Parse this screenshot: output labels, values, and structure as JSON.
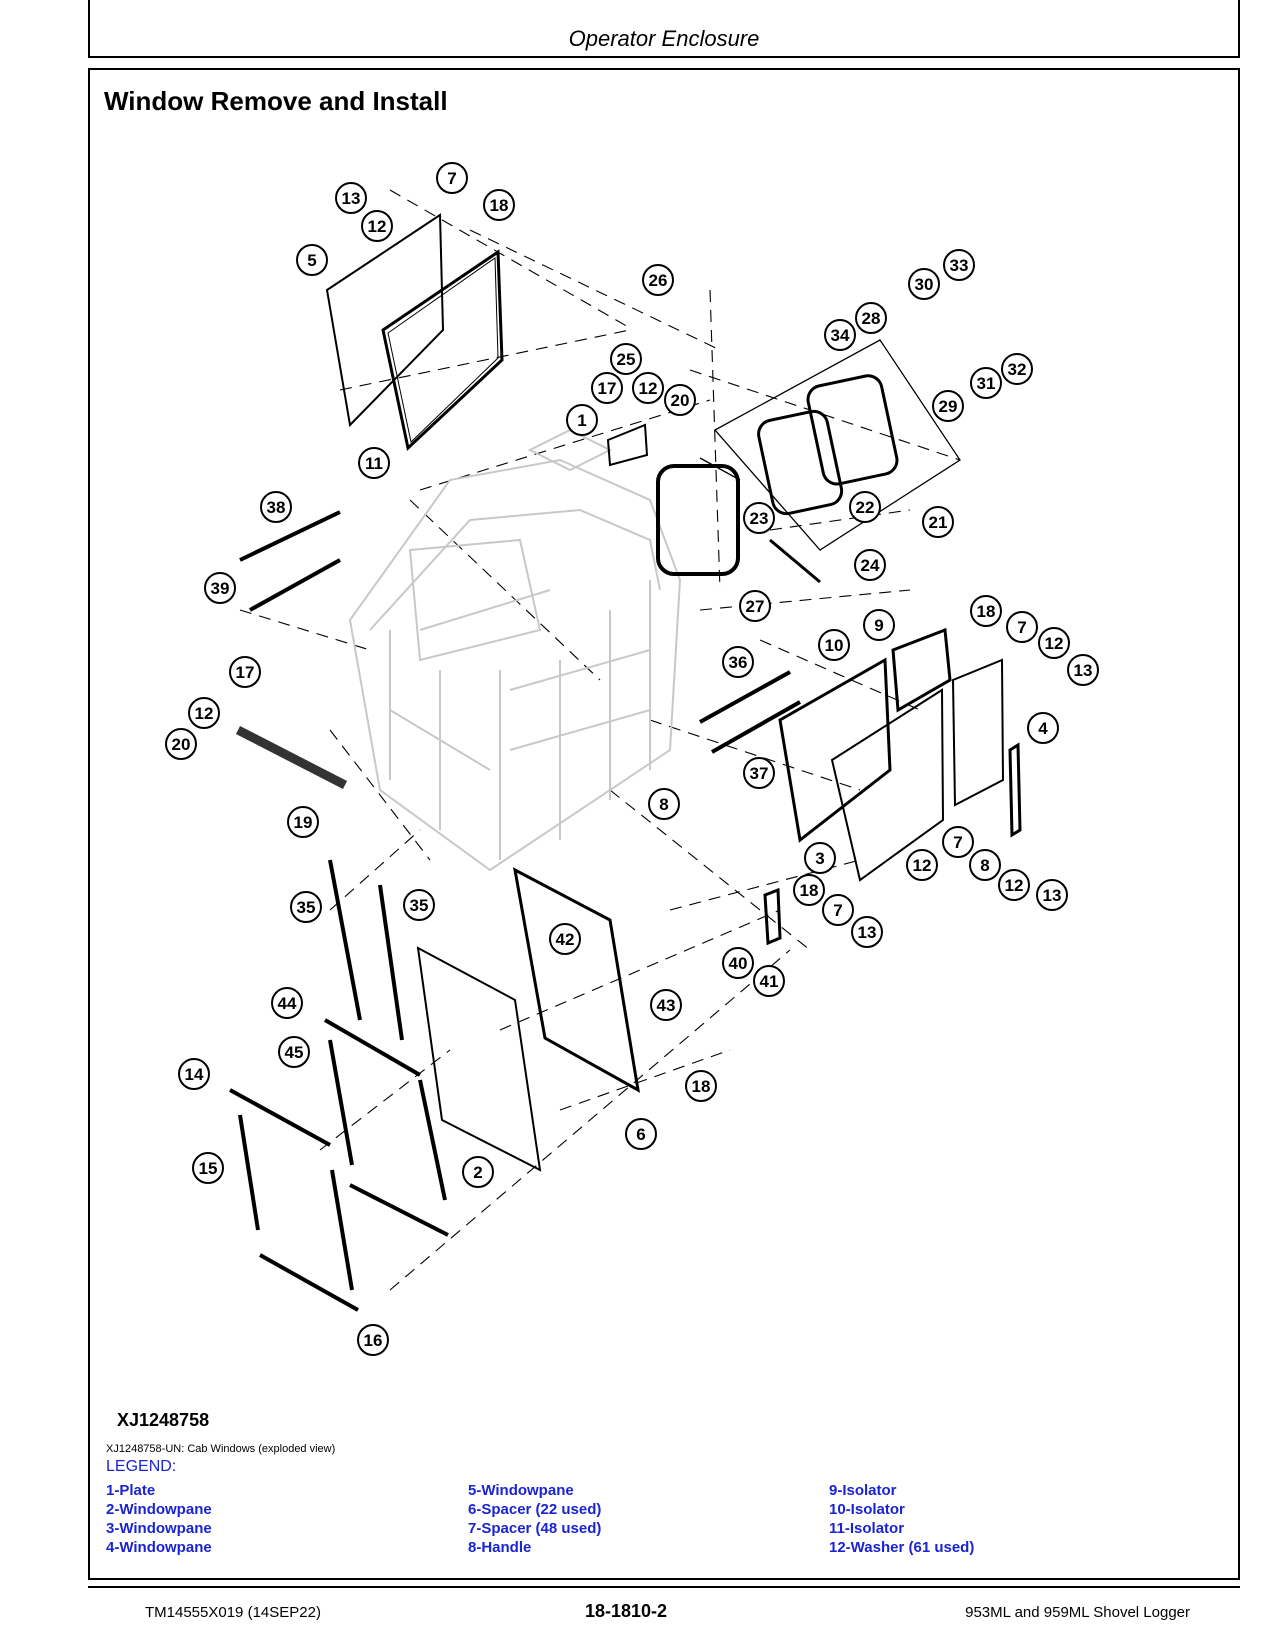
{
  "header": {
    "title": "Operator Enclosure"
  },
  "section": {
    "title": "Window Remove and Install"
  },
  "figure": {
    "id": "XJ1248758",
    "caption": "XJ1248758-UN: Cab Windows (exploded view)",
    "callouts": [
      "1",
      "2",
      "3",
      "4",
      "5",
      "6",
      "7",
      "8",
      "9",
      "10",
      "11",
      "12",
      "13",
      "14",
      "15",
      "16",
      "17",
      "18",
      "19",
      "20",
      "21",
      "22",
      "23",
      "24",
      "25",
      "26",
      "27",
      "28",
      "29",
      "30",
      "31",
      "32",
      "33",
      "34",
      "35",
      "36",
      "37",
      "38",
      "39",
      "40",
      "41",
      "42",
      "43",
      "44",
      "45"
    ]
  },
  "legend": {
    "title": "LEGEND:",
    "columns": [
      [
        "1-Plate",
        "2-Windowpane",
        "3-Windowpane",
        "4-Windowpane"
      ],
      [
        "5-Windowpane",
        "6-Spacer (22 used)",
        "7-Spacer (48 used)",
        "8-Handle"
      ],
      [
        "9-Isolator",
        "10-Isolator",
        "11-Isolator",
        "12-Washer (61 used)"
      ]
    ]
  },
  "footer": {
    "left": "TM14555X019 (14SEP22)",
    "center": "18-1810-2",
    "right": "953ML and 959ML Shovel Logger"
  }
}
